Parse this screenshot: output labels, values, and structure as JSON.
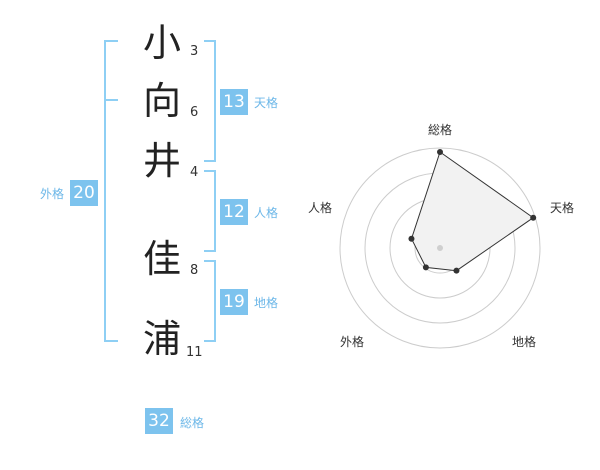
{
  "name_chars": [
    {
      "char": "小",
      "strokes": "3"
    },
    {
      "char": "向",
      "strokes": "6"
    },
    {
      "char": "井",
      "strokes": "4"
    },
    {
      "char": "佳",
      "strokes": "8"
    },
    {
      "char": "浦",
      "strokes": "11"
    }
  ],
  "fortune": {
    "tenkaku": {
      "value": "13",
      "label": "天格"
    },
    "jinkaku": {
      "value": "12",
      "label": "人格"
    },
    "chikaku": {
      "value": "19",
      "label": "地格"
    },
    "gaikaku": {
      "value": "20",
      "label": "外格"
    },
    "soukaku": {
      "value": "32",
      "label": "総格"
    }
  },
  "colors": {
    "accent": "#7dc3ee",
    "bracket": "#8ecff4",
    "radar_fill": "#f2f2f2"
  },
  "chart_data": {
    "type": "radar",
    "axes": [
      "総格",
      "天格",
      "地格",
      "外格",
      "人格"
    ],
    "values": [
      0.96,
      0.98,
      0.28,
      0.24,
      0.3
    ],
    "range": [
      0,
      1
    ],
    "rings": 4
  }
}
